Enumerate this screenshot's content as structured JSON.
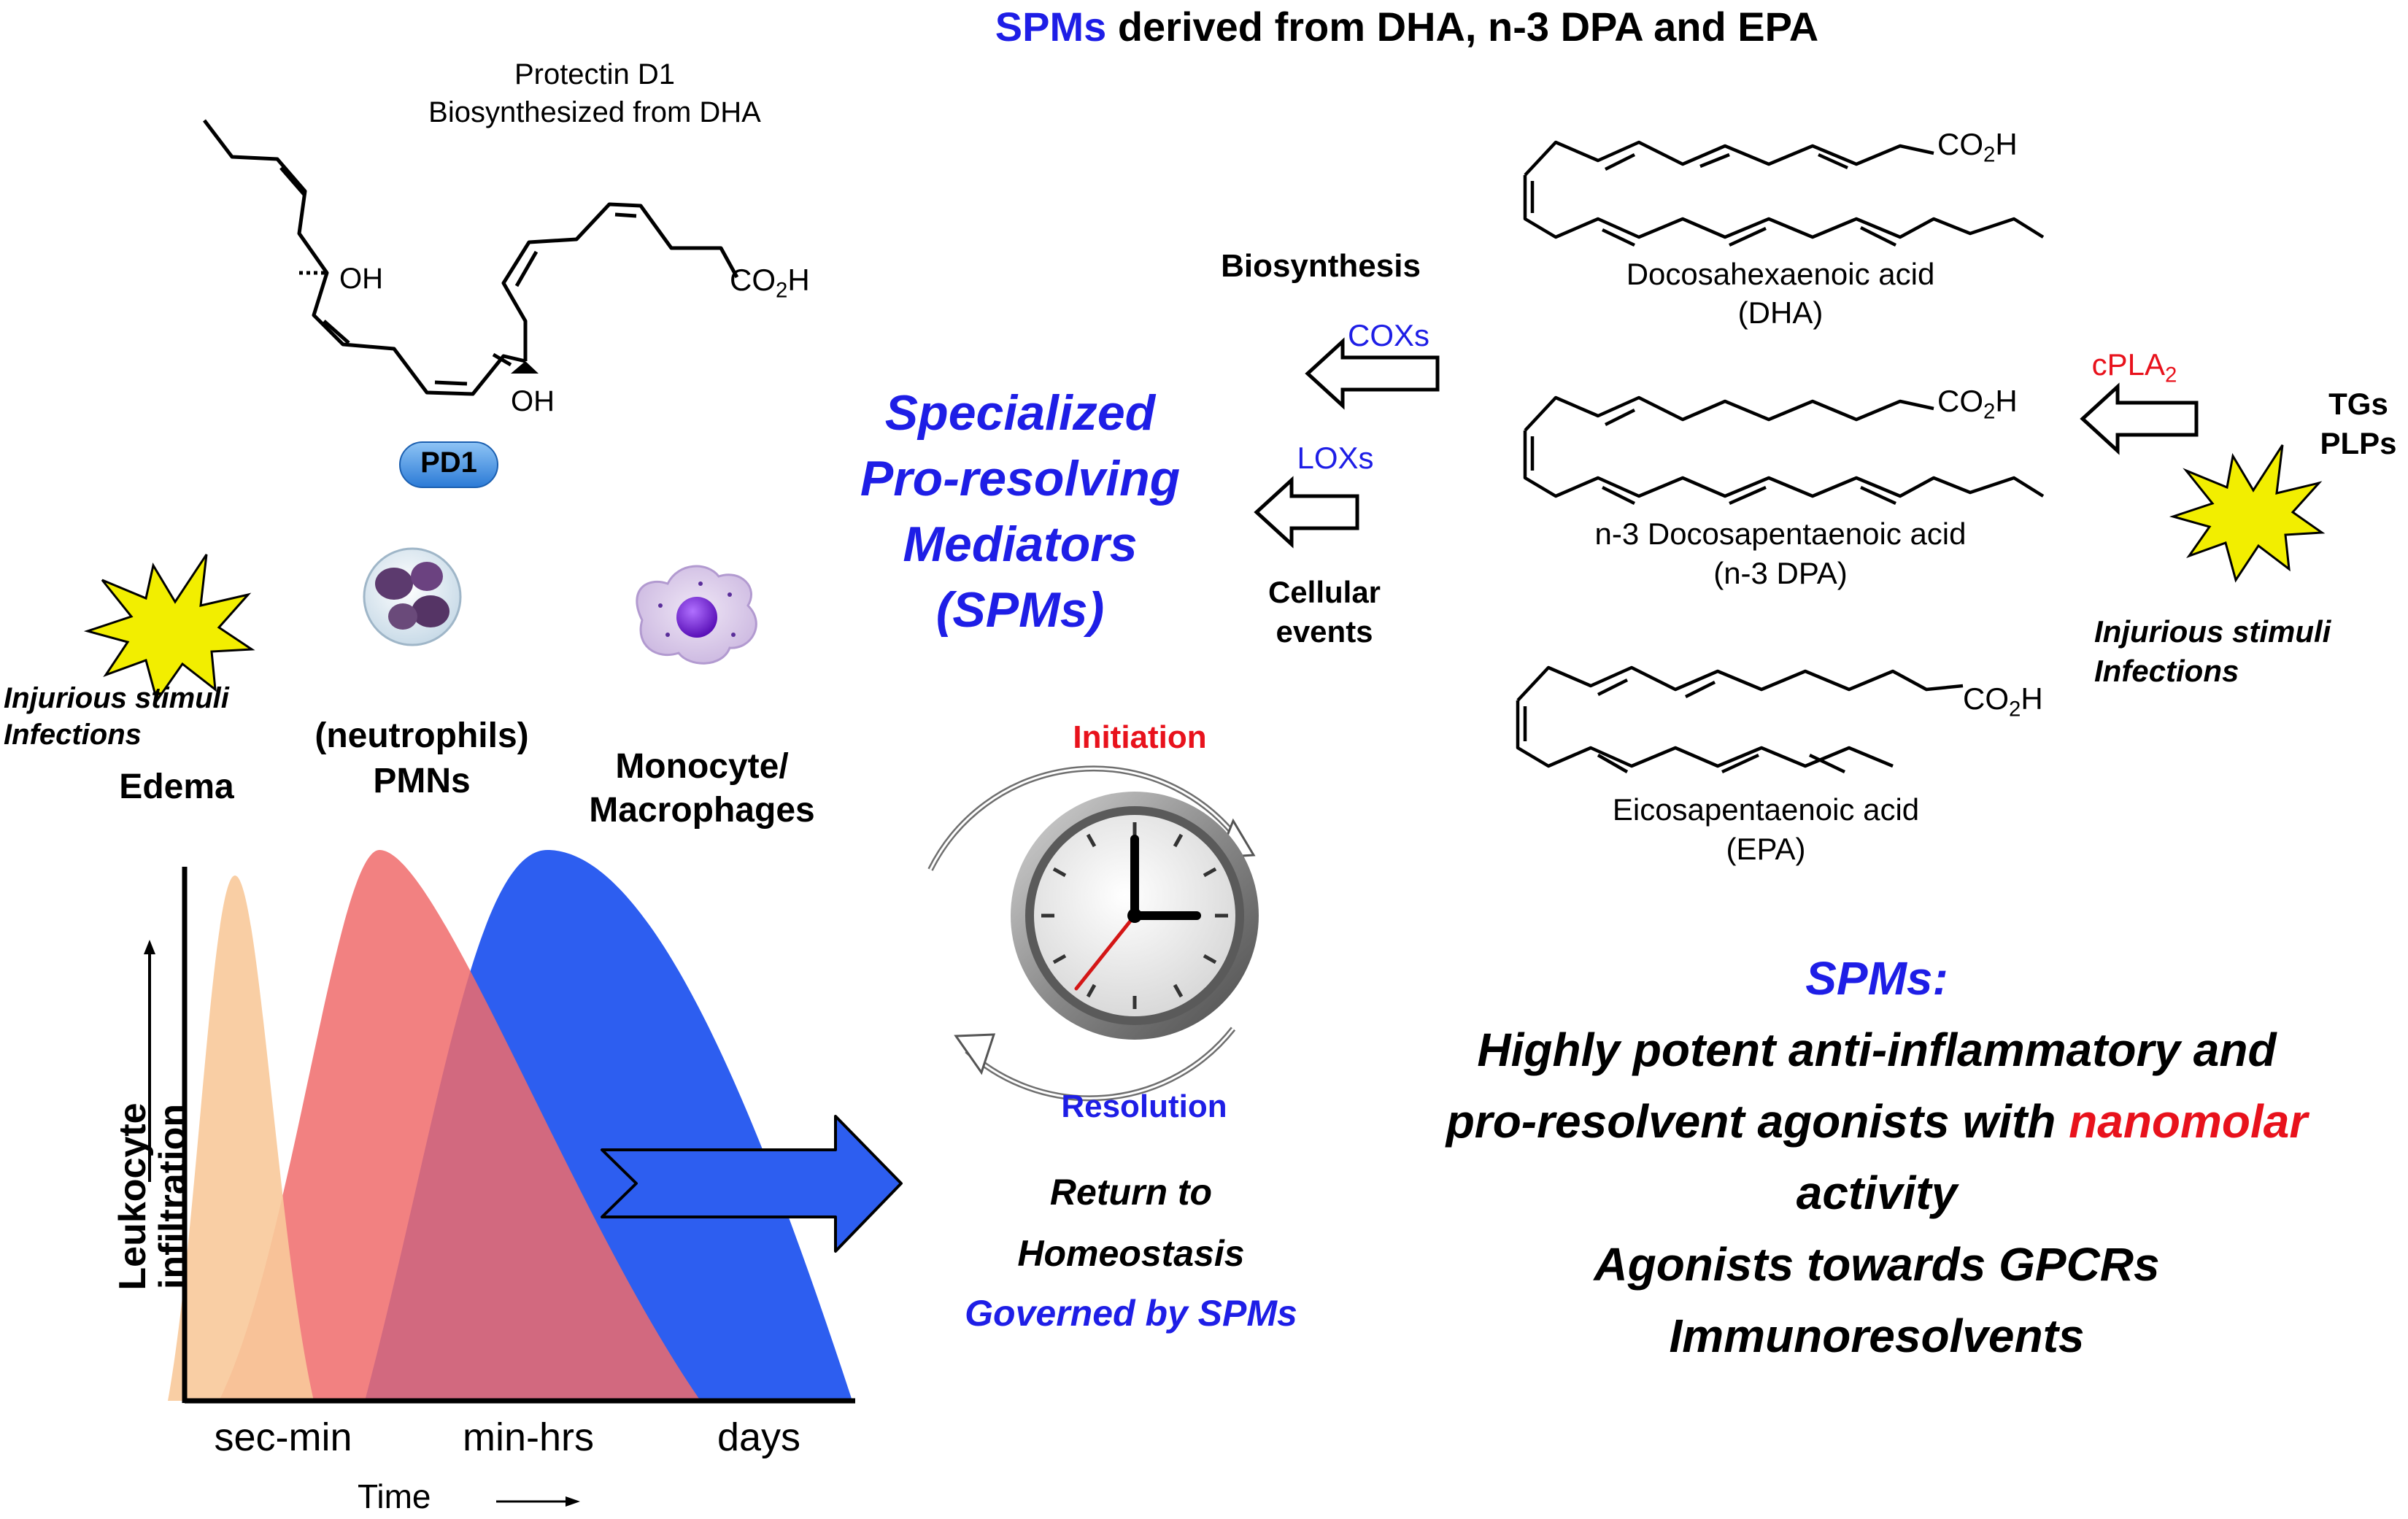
{
  "title": {
    "highlight": "SPMs",
    "rest": " derived from DHA, n-3 DPA and EPA"
  },
  "pd1": {
    "name": "Protectin D1",
    "origin": "Biosynthesized from DHA",
    "badge": "PD1",
    "oh_top": "OH",
    "oh_bottom": "OH",
    "co2h": "CO2H"
  },
  "center": {
    "spm_lines": [
      "Specialized",
      "Pro-resolving",
      "Mediators",
      "(SPMs)"
    ],
    "biosynthesis": "Biosynthesis",
    "coxs": "COXs",
    "loxs": "LOXs",
    "cellular_events": [
      "Cellular",
      "events"
    ]
  },
  "acids": [
    {
      "co2h": "CO2H",
      "name": "Docosahexaenoic acid",
      "abbr": "(DHA)"
    },
    {
      "co2h": "CO2H",
      "name": "n-3 Docosapentaenoic acid",
      "abbr": "(n-3 DPA)"
    },
    {
      "co2h": "CO2H",
      "name": "Eicosapentaenoic acid",
      "abbr": "(EPA)"
    }
  ],
  "right": {
    "enzyme": "cPLA2",
    "sources": [
      "TGs",
      "PLPs"
    ],
    "stimuli": [
      "Injurious stimuli",
      "Infections"
    ]
  },
  "left": {
    "stimuli": [
      "Injurious stimuli",
      "Infections"
    ],
    "edema": "Edema",
    "pmns": [
      "(neutrophils)",
      "PMNs"
    ],
    "mono": [
      "Monocyte/",
      "Macrophages"
    ],
    "ylabel": [
      "Leukocyte",
      "infiltration"
    ],
    "ticks": [
      "sec-min",
      "min-hrs",
      "days"
    ],
    "xlabel": "Time"
  },
  "cycle": {
    "initiation": "Initiation",
    "resolution": "Resolution",
    "return_lines": [
      "Return to",
      "Homeostasis"
    ],
    "governed": "Governed by SPMs"
  },
  "summary": {
    "heading": "SPMs:",
    "line1": "Highly potent anti-inflammatory and",
    "line2_pre": "pro-resolvent agonists with ",
    "line2_red": "nanomolar",
    "line3": "activity",
    "line4": "Agonists towards GPCRs",
    "line5": "Immunoresolvents"
  },
  "colors": {
    "blue_text": "#1e1ee6",
    "red_text": "#e8121c",
    "edema_peak": "#f8c99a",
    "pmn_peak": "#f06b6b",
    "macrophage_peak": "#2d5ef0",
    "burst": "#f2ee00",
    "badge": "#3d8fe0"
  }
}
